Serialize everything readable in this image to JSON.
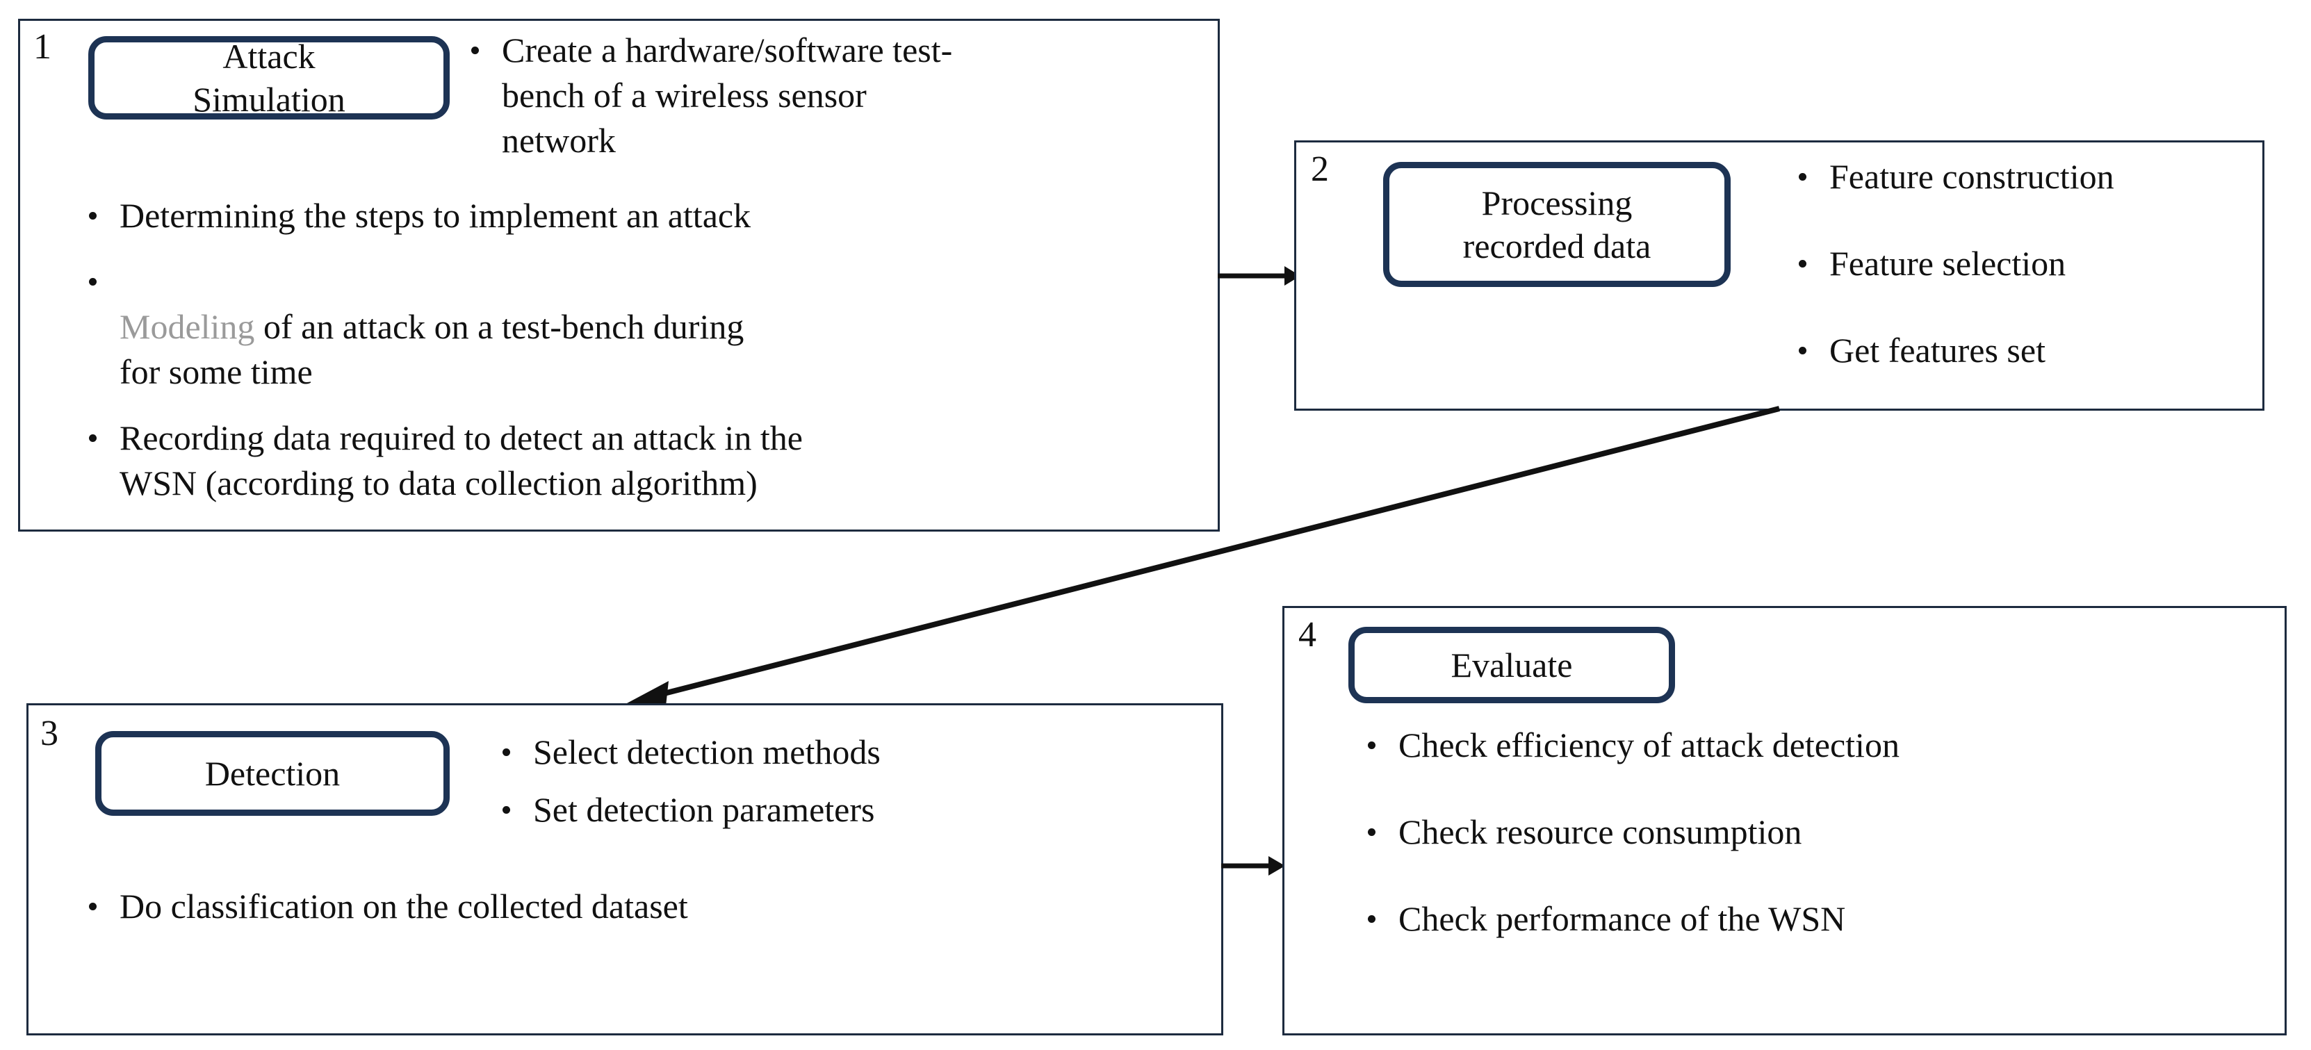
{
  "diagram": {
    "title": "Attack detection methodology stages",
    "accent_color": "#1d3354",
    "box_border_color": "#1d2b3f",
    "text_color": "#111111",
    "muted_color": "#9a9a9a",
    "background": "#ffffff"
  },
  "stages": [
    {
      "number": "1",
      "heading": "Attack\nSimulation",
      "bullets": [
        "Create a hardware/software test-\nbench of a wireless sensor\nnetwork",
        "Determining the steps to implement an attack",
        "Modeling  of an attack on a test-bench during\nfor some time",
        "Recording data required to detect an attack in the\nWSN (according to data collection algorithm)"
      ],
      "muted_word": "Modeling"
    },
    {
      "number": "2",
      "heading": "Processing\nrecorded data",
      "bullets": [
        "Feature construction",
        "Feature selection",
        "Get features set"
      ]
    },
    {
      "number": "3",
      "heading": "Detection",
      "bullets": [
        "Select detection methods",
        "Set detection parameters",
        "Do classification on the collected dataset"
      ]
    },
    {
      "number": "4",
      "heading": "Evaluate",
      "bullets": [
        "Check efficiency of attack detection",
        "Check resource consumption",
        "Check performance of the WSN"
      ]
    }
  ],
  "connectors": [
    {
      "name": "stage1-to-stage2",
      "from": "1",
      "to": "2",
      "direction": "right"
    },
    {
      "name": "stage2-to-stage3",
      "from": "2",
      "to": "3",
      "direction": "diagonal-down-left"
    },
    {
      "name": "stage3-to-stage4",
      "from": "3",
      "to": "4",
      "direction": "right"
    }
  ]
}
